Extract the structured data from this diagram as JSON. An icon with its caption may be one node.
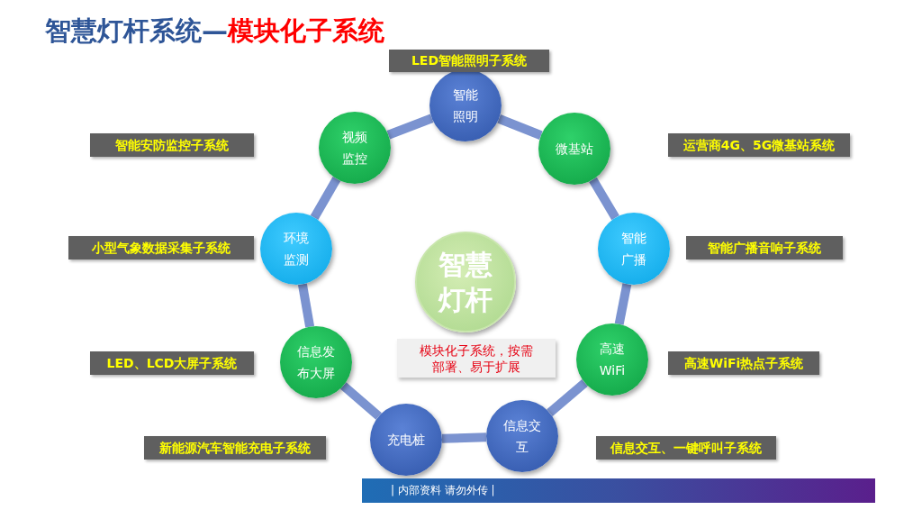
{
  "diagram": {
    "title": "智慧灯杆系统—",
    "nodes": [
      {
        "text": [
          "智慧灯杆"
        ]
      },
      {
        "text": [
          "智能照明"
        ]
      },
      {
        "text": [
          "微基站"
        ]
      },
      {
        "text": [
          "智能广播"
        ]
      },
      {
        "text": [
          "高速WiFi"
        ]
      },
      {
        "text": [
          "信息交互"
        ]
      },
      {
        "text": [
          "充电桩"
        ]
      },
      {
        "text": [
          "信息发布大屏"
        ]
      },
      {
        "text": [
          "环境监测"
        ]
      },
      {
        "text": [
          "视频监控"
        ]
      },
      {
        "text": [
          "模块化子系统，按需部署、易于扩展"
        ]
      },
      {
        "text": [
          "LED智能照明子系统"
        ]
      },
      {
        "text": [
          "智能安防监控子系统"
        ]
      },
      {
        "text": [
          "运营商4G、5G微基站系统"
        ]
      },
      {
        "text": [
          "小型气象数据采集子系统"
        ]
      },
      {
        "text": [
          "智能广播音响子系统"
        ]
      },
      {
        "text": [
          "LED、LCD大屏子系统"
        ]
      },
      {
        "text": [
          "高速WiFi热点子系统"
        ]
      },
      {
        "text": [
          "新能源汽车智能充电子系统"
        ]
      },
      {
        "text": [
          "信息交互、一键呼叫子系统"
        ]
      }
    ],
    "edges": [
      {
        "from": 1,
        "to": 2,
        "arrow": "none"
      },
      {
        "from": 2,
        "to": 3,
        "arrow": "none"
      },
      {
        "from": 3,
        "to": 4,
        "arrow": "none"
      },
      {
        "from": 4,
        "to": 5,
        "arrow": "none"
      },
      {
        "from": 5,
        "to": 6,
        "arrow": "none"
      },
      {
        "from": 6,
        "to": 7,
        "arrow": "none"
      },
      {
        "from": 7,
        "to": 8,
        "arrow": "none"
      },
      {
        "from": 8,
        "to": 9,
        "arrow": "none"
      },
      {
        "from": 9,
        "to": 1,
        "arrow": "none"
      }
    ],
    "labels": [
      "模块化子系统",
      "| 内部资料 请勿外传 |"
    ]
  }
}
